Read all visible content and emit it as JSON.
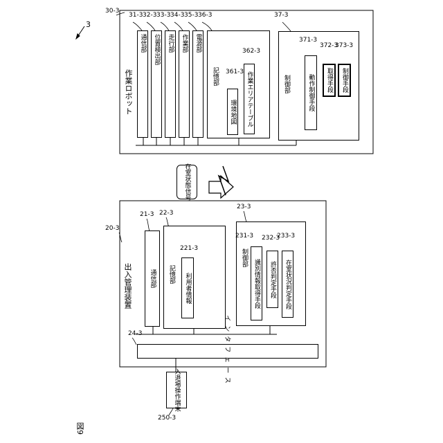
{
  "figure_label": "図9",
  "system_ref": "3",
  "robot": {
    "ref": "30-3",
    "title": "作業ロボット",
    "units": [
      {
        "ref": "31-3",
        "label": "通信部"
      },
      {
        "ref": "32-3",
        "label": "位置検出部"
      },
      {
        "ref": "33-3",
        "label": "走行部"
      },
      {
        "ref": "34-3",
        "label": "作業部"
      },
      {
        "ref": "35-3",
        "label": "電源部"
      },
      {
        "ref": "36-3",
        "label": "記憶部"
      }
    ],
    "storage": {
      "items": [
        {
          "ref": "361-3",
          "label": "環境地図"
        },
        {
          "ref": "362-3",
          "label": "作業エリアテーブル"
        }
      ]
    },
    "control": {
      "ref": "37-3",
      "label": "制御部",
      "items": [
        {
          "ref": "371-3",
          "label": "動作制御手段"
        },
        {
          "ref": "372-3",
          "label": "取得手段"
        },
        {
          "ref": "373-3",
          "label": "制御手段"
        }
      ]
    }
  },
  "signal": {
    "label": "在室状態信号"
  },
  "manager": {
    "ref": "20-3",
    "title": "出入管理装置",
    "comm": {
      "ref": "21-3",
      "label": "通信部"
    },
    "storage": {
      "ref": "22-3",
      "label": "記憶部",
      "item": {
        "ref": "221-3",
        "label": "利用者情報"
      }
    },
    "control": {
      "ref": "23-3",
      "label": "制御部",
      "items": [
        {
          "ref": "231-3",
          "label": "識別情報取得手段"
        },
        {
          "ref": "232-3",
          "label": "許否判定手段"
        },
        {
          "ref": "233-3",
          "label": "在室状況判定手段"
        }
      ]
    },
    "interface": {
      "ref": "24-3",
      "label": "インタフェース"
    }
  },
  "terminal": {
    "ref": "250-3",
    "label": "入退場操作端末"
  }
}
